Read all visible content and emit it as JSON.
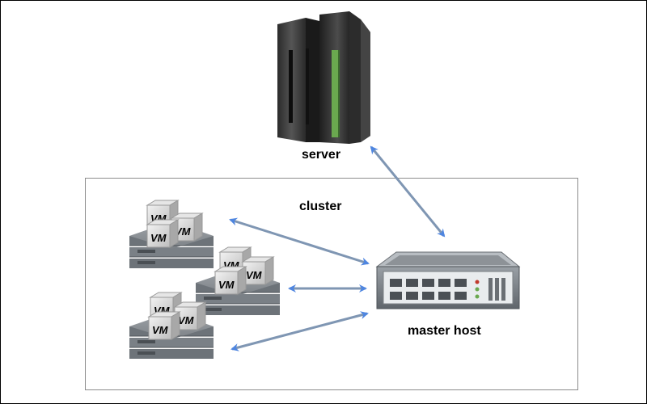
{
  "labels": {
    "server": "server",
    "cluster": "cluster",
    "master_host": "master host",
    "vm": "VM"
  },
  "colors": {
    "arrow": "#4f86e0",
    "arrow_shaft": "#7f96b3",
    "cluster_border": "#8c8c8c",
    "server_body": "#3a3a3a",
    "server_led": "#6aa84f"
  },
  "nodes": [
    {
      "id": "vm-stack-1",
      "vm_count": 3
    },
    {
      "id": "vm-stack-2",
      "vm_count": 3
    },
    {
      "id": "vm-stack-3",
      "vm_count": 3
    }
  ]
}
